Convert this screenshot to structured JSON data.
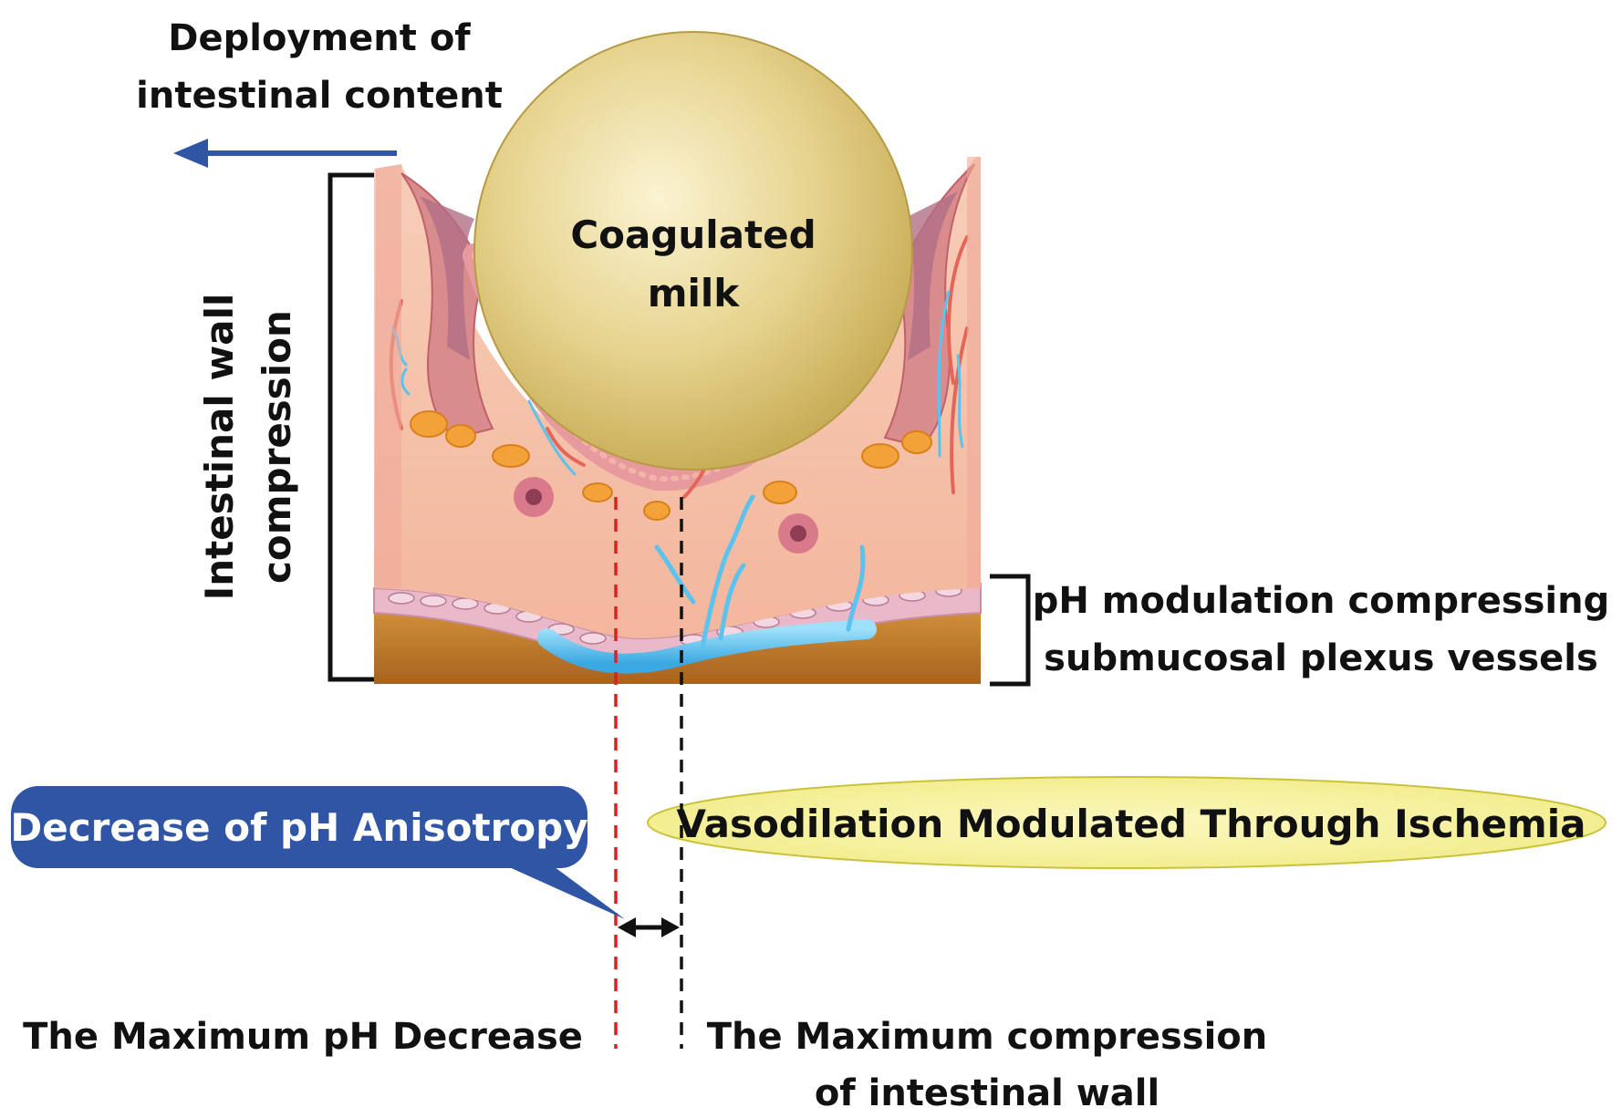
{
  "labels": {
    "deployment_line1": "Deployment of",
    "deployment_line2": "intestinal content",
    "coagulated_line1": "Coagulated",
    "coagulated_line2": "milk",
    "wall_compression_line1": "Intestinal wall",
    "wall_compression_line2": "compression",
    "ph_modulation_line1": "pH modulation compressing",
    "ph_modulation_line2": "submucosal plexus vessels",
    "decrease_callout": "Decrease of pH Anisotropy",
    "vasodilation": "Vasodilation Modulated Through Ischemia",
    "max_ph_decrease": "The Maximum pH Decrease",
    "max_compression_line1": "The Maximum compression",
    "max_compression_line2": "of intestinal wall"
  },
  "colors": {
    "arrow_blue": "#2f55a4",
    "callout_blue": "#2f55a4",
    "ellipse_fill": "#f4f09a",
    "milk_ball": "#d8c477",
    "tissue_pink": "#f6c2aa",
    "muscle_brown": "#b8772a",
    "vessel_blue": "#5cc2ee",
    "red_dash": "#e02020",
    "black_dash": "#111111"
  }
}
